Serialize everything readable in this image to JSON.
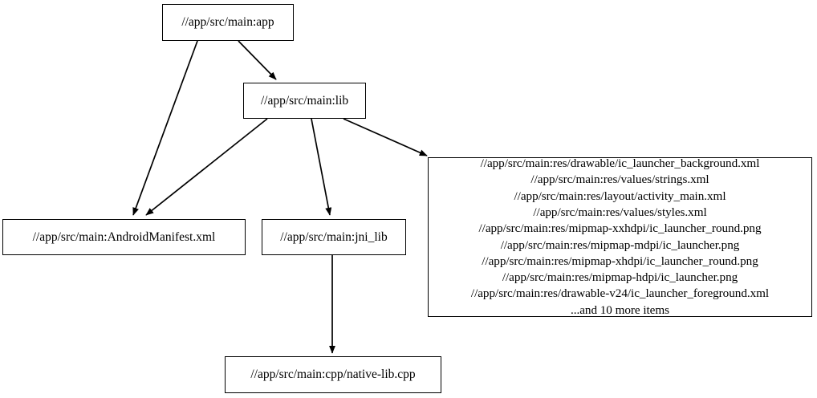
{
  "graph": {
    "type": "directed-dependency-graph",
    "nodes": [
      {
        "id": "app",
        "label": "//app/src/main:app"
      },
      {
        "id": "lib",
        "label": "//app/src/main:lib"
      },
      {
        "id": "manifest",
        "label": "//app/src/main:AndroidManifest.xml"
      },
      {
        "id": "jni_lib",
        "label": "//app/src/main:jni_lib"
      },
      {
        "id": "native_lib",
        "label": "//app/src/main:cpp/native-lib.cpp"
      },
      {
        "id": "res_group",
        "label": "//app/src/main:res/drawable/ic_launcher_background.xml\n//app/src/main:res/values/strings.xml\n//app/src/main:res/layout/activity_main.xml\n//app/src/main:res/values/styles.xml\n//app/src/main:res/mipmap-xxhdpi/ic_launcher_round.png\n//app/src/main:res/mipmap-mdpi/ic_launcher.png\n//app/src/main:res/mipmap-xhdpi/ic_launcher_round.png\n//app/src/main:res/mipmap-hdpi/ic_launcher.png\n//app/src/main:res/drawable-v24/ic_launcher_foreground.xml\n...and 10 more items",
        "lines": [
          "//app/src/main:res/drawable/ic_launcher_background.xml",
          "//app/src/main:res/values/strings.xml",
          "//app/src/main:res/layout/activity_main.xml",
          "//app/src/main:res/values/styles.xml",
          "//app/src/main:res/mipmap-xxhdpi/ic_launcher_round.png",
          "//app/src/main:res/mipmap-mdpi/ic_launcher.png",
          "//app/src/main:res/mipmap-xhdpi/ic_launcher_round.png",
          "//app/src/main:res/mipmap-hdpi/ic_launcher.png",
          "//app/src/main:res/drawable-v24/ic_launcher_foreground.xml",
          "...and 10 more items"
        ]
      }
    ],
    "edges": [
      {
        "from": "app",
        "to": "lib"
      },
      {
        "from": "app",
        "to": "manifest"
      },
      {
        "from": "lib",
        "to": "manifest"
      },
      {
        "from": "lib",
        "to": "jni_lib"
      },
      {
        "from": "lib",
        "to": "res_group"
      },
      {
        "from": "jni_lib",
        "to": "native_lib"
      }
    ],
    "colors": {
      "node_border": "#000000",
      "node_fill": "#ffffff",
      "edge": "#000000",
      "background": "#ffffff",
      "text": "#000000"
    }
  }
}
